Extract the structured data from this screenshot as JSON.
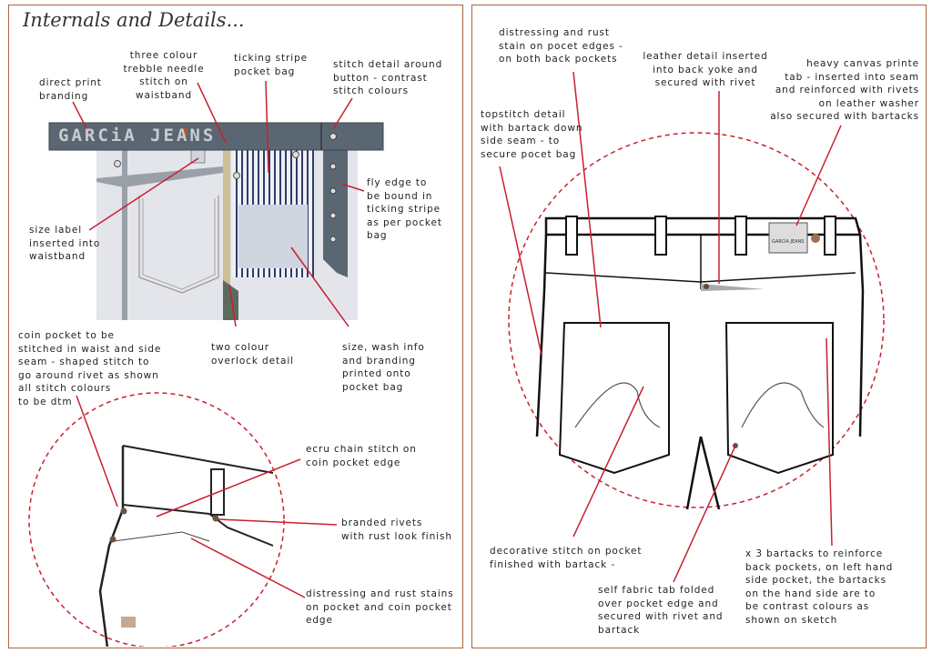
{
  "title": "Internals and Details...",
  "brand_text": "GARCiA JEANS",
  "tab_text": "GARCIA JEANS",
  "colors": {
    "border": "#a8653f",
    "leader": "#c8202f",
    "denim": "#5a6772"
  },
  "left_labels": {
    "direct_print": "direct print\nbranding",
    "three_colour": "three colour\ntrebble needle\nstitch on\nwaistband",
    "ticking": "ticking stripe\npocket bag",
    "stitch_button": "stitch detail around\nbutton - contrast\nstitch colours",
    "fly_edge": "fly edge to\nbe bound in\nticking stripe\nas per pocket\nbag",
    "size_label": "size label\ninserted into\nwaistband",
    "coin_pocket": "coin pocket to be\nstitched in waist and side\nseam - shaped stitch to\ngo around rivet as shown\nall stitch colours\nto be dtm",
    "overlock": "two colour\noverlock detail",
    "size_wash": "size, wash info\nand branding\nprinted onto\npocket bag",
    "ecru": "ecru chain stitch on\ncoin pocket edge",
    "rivets": "branded rivets\nwith rust look finish",
    "distress_left": "distressing and rust stains\non pocket and coin pocket\nedge"
  },
  "right_labels": {
    "distress_right": "distressing and rust\nstain on pocet edges -\non both back pockets",
    "leather": "leather detail inserted\ninto back yoke and\nsecured with rivet",
    "canvas_tab": "heavy canvas printe\ntab - inserted into seam\nand reinforced with rivets\non leather washer\nalso secured with bartacks",
    "topstitch": "topstitch detail\nwith bartack down\nside seam  - to\nsecure pocet bag",
    "decorative": "decorative stitch on pocket\nfinished with bartack -",
    "self_fabric": "self fabric tab folded\nover pocket edge and\nsecured with rivet and\nbartack",
    "bartacks": "x 3 bartacks to reinforce\nback pockets, on left hand\nside pocket, the bartacks\non the hand side are to\nbe contrast colours as\nshown on sketch"
  }
}
